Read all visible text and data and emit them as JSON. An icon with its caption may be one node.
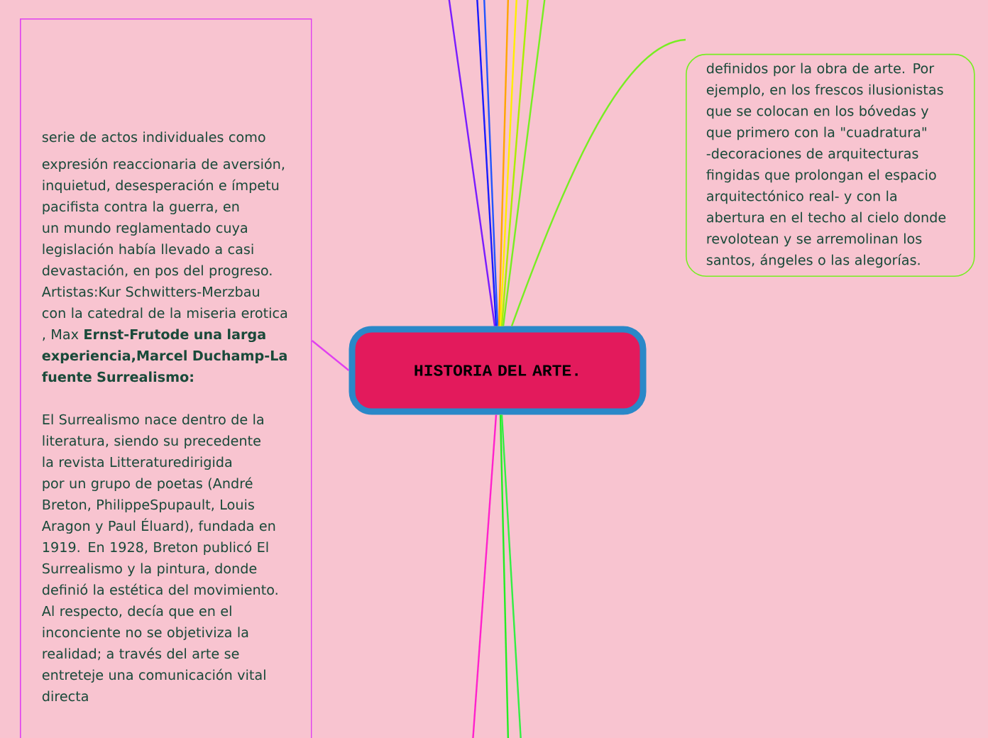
{
  "diagram": {
    "nodes": [
      {
        "text": [
          "serie de actos individuales como expresión reaccionaria de aversión, inquietud, desesperación e ímpetu pacifista contra la guerra, en un mundo reglamentado cuya legislación había llevado a casi devastación, en pos del progreso. Artistas:Kur Schwitters-Merzbau con la catedral de la miseria erotica , Max **Ernst-Frutode una larga experiencia,Marcel Duchamp-La fuente Surrealismo:**",
          "El Surrealismo nace dentro de la literatura, siendo su precedente la revista Litteraturedirigida por un grupo de poetas (André Breton, PhilippeSpupault, Louis Aragon y Paul Éluard), fundada en 1919. En 1928, Breton publicó El Surrealismo y la pintura, donde definió la estética del movimiento. Al respecto, decía que en el inconciente no se objetiviza la realidad; a través del arte se entreteje una comunicación vital directa"
        ]
      },
      {
        "text": [
          "definidos por la obra de arte. Por ejemplo, en los frescos ilusionistas que se colocan en los bóvedas y que primero con la \"cuadratura\" -decoraciones de arquitecturas fingidas que prolongan el espacio arquitectónico real- y con la abertura en el techo al cielo donde revolotean y se arremolinan los santos, ángeles o las alegorías."
        ]
      },
      {
        "text": [
          "HISTORIA DEL ARTE."
        ]
      }
    ],
    "edges": [
      {
        "from": 0,
        "to": 2,
        "arrow": "none",
        "color": "#e040f0"
      },
      {
        "from": 2,
        "to": 1,
        "arrow": "none",
        "color": "#77ee22"
      },
      {
        "from": 2,
        "to": null,
        "arrow": "none",
        "color": "#7a1cff"
      },
      {
        "from": 2,
        "to": null,
        "arrow": "none",
        "color": "#1a1aff"
      },
      {
        "from": 2,
        "to": null,
        "arrow": "none",
        "color": "#2255ff"
      },
      {
        "from": 2,
        "to": null,
        "arrow": "none",
        "color": "#ffa500"
      },
      {
        "from": 2,
        "to": null,
        "arrow": "none",
        "color": "#ffee00"
      },
      {
        "from": 2,
        "to": null,
        "arrow": "none",
        "color": "#aaee00"
      },
      {
        "from": 2,
        "to": null,
        "arrow": "none",
        "color": "#77ee22"
      },
      {
        "from": 2,
        "to": null,
        "arrow": "none",
        "color": "#ff22cc"
      },
      {
        "from": 2,
        "to": null,
        "arrow": "none",
        "color": "#22ee22"
      },
      {
        "from": 2,
        "to": null,
        "arrow": "none",
        "color": "#33ee44"
      }
    ]
  }
}
